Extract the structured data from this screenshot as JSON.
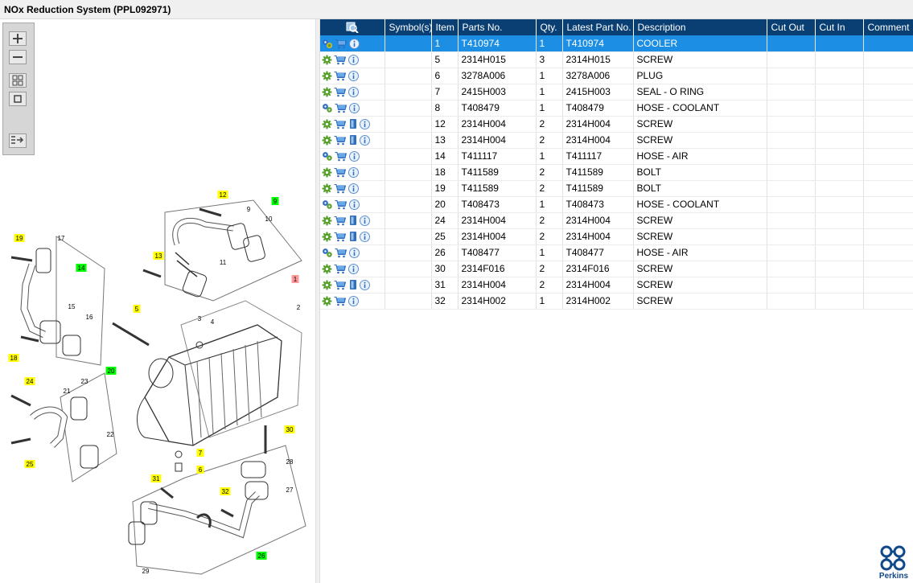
{
  "window": {
    "title": "NOx Reduction System (PPL092971)"
  },
  "toolbar": {
    "buttons": [
      {
        "name": "zoom-in",
        "icon": "plus-icon"
      },
      {
        "name": "zoom-out",
        "icon": "minus-icon"
      },
      {
        "name": "fit-all",
        "icon": "grid-icon"
      },
      {
        "name": "fit-window",
        "icon": "square-icon"
      },
      {
        "name": "list-view",
        "icon": "list-arrow-icon"
      }
    ]
  },
  "diagram": {
    "labels": [
      {
        "text": "12",
        "color": "#ffff00"
      },
      {
        "text": "9",
        "color": ""
      },
      {
        "text": "9",
        "color": "#00ff00"
      },
      {
        "text": "10",
        "color": ""
      },
      {
        "text": "19",
        "color": "#ffff00"
      },
      {
        "text": "17",
        "color": ""
      },
      {
        "text": "14",
        "color": "#00ff00"
      },
      {
        "text": "13",
        "color": "#ffff00"
      },
      {
        "text": "11",
        "color": ""
      },
      {
        "text": "1",
        "color": "#ff9999"
      },
      {
        "text": "15",
        "color": ""
      },
      {
        "text": "16",
        "color": ""
      },
      {
        "text": "5",
        "color": "#ffff00"
      },
      {
        "text": "2",
        "color": ""
      },
      {
        "text": "3",
        "color": ""
      },
      {
        "text": "4",
        "color": ""
      },
      {
        "text": "18",
        "color": "#ffff00"
      },
      {
        "text": "20",
        "color": "#00ff00"
      },
      {
        "text": "24",
        "color": "#ffff00"
      },
      {
        "text": "23",
        "color": ""
      },
      {
        "text": "21",
        "color": ""
      },
      {
        "text": "22",
        "color": ""
      },
      {
        "text": "25",
        "color": "#ffff00"
      },
      {
        "text": "30",
        "color": "#ffff00"
      },
      {
        "text": "7",
        "color": "#ffff00"
      },
      {
        "text": "6",
        "color": "#ffff00"
      },
      {
        "text": "28",
        "color": ""
      },
      {
        "text": "31",
        "color": "#ffff00"
      },
      {
        "text": "32",
        "color": "#ffff00"
      },
      {
        "text": "27",
        "color": ""
      },
      {
        "text": "26",
        "color": "#00ff00"
      },
      {
        "text": "29",
        "color": ""
      }
    ]
  },
  "table": {
    "columns": [
      "",
      "Symbol(s)",
      "Item",
      "Parts No.",
      "Qty.",
      "Latest Part No.",
      "Description",
      "Cut Out",
      "Cut In",
      "Comment"
    ],
    "rows": [
      {
        "icons": [
          "gear-globe-icon",
          "cart-icon",
          "info-icon"
        ],
        "item": "1",
        "part": "T410974",
        "qty": "1",
        "latest": "T410974",
        "desc": "COOLER",
        "selected": true
      },
      {
        "icons": [
          "gear-icon",
          "cart-icon",
          "info-icon"
        ],
        "item": "5",
        "part": "2314H015",
        "qty": "3",
        "latest": "2314H015",
        "desc": "SCREW"
      },
      {
        "icons": [
          "gear-icon",
          "cart-icon",
          "info-icon"
        ],
        "item": "6",
        "part": "3278A006",
        "qty": "1",
        "latest": "3278A006",
        "desc": "PLUG"
      },
      {
        "icons": [
          "gear-icon",
          "cart-icon",
          "info-icon"
        ],
        "item": "7",
        "part": "2415H003",
        "qty": "1",
        "latest": "2415H003",
        "desc": "SEAL - O RING"
      },
      {
        "icons": [
          "gears-icon",
          "cart-icon",
          "info-icon"
        ],
        "item": "8",
        "part": "T408479",
        "qty": "1",
        "latest": "T408479",
        "desc": "HOSE - COOLANT"
      },
      {
        "icons": [
          "gear-icon",
          "cart-icon",
          "book-icon",
          "info-icon"
        ],
        "item": "12",
        "part": "2314H004",
        "qty": "2",
        "latest": "2314H004",
        "desc": "SCREW"
      },
      {
        "icons": [
          "gear-icon",
          "cart-icon",
          "book-icon",
          "info-icon"
        ],
        "item": "13",
        "part": "2314H004",
        "qty": "2",
        "latest": "2314H004",
        "desc": "SCREW"
      },
      {
        "icons": [
          "gears-icon",
          "cart-icon",
          "info-icon"
        ],
        "item": "14",
        "part": "T411117",
        "qty": "1",
        "latest": "T411117",
        "desc": "HOSE - AIR"
      },
      {
        "icons": [
          "gear-icon",
          "cart-icon",
          "info-icon"
        ],
        "item": "18",
        "part": "T411589",
        "qty": "2",
        "latest": "T411589",
        "desc": "BOLT"
      },
      {
        "icons": [
          "gear-icon",
          "cart-icon",
          "info-icon"
        ],
        "item": "19",
        "part": "T411589",
        "qty": "2",
        "latest": "T411589",
        "desc": "BOLT"
      },
      {
        "icons": [
          "gears-icon",
          "cart-icon",
          "info-icon"
        ],
        "item": "20",
        "part": "T408473",
        "qty": "1",
        "latest": "T408473",
        "desc": "HOSE - COOLANT"
      },
      {
        "icons": [
          "gear-icon",
          "cart-icon",
          "book-icon",
          "info-icon"
        ],
        "item": "24",
        "part": "2314H004",
        "qty": "2",
        "latest": "2314H004",
        "desc": "SCREW"
      },
      {
        "icons": [
          "gear-icon",
          "cart-icon",
          "book-icon",
          "info-icon"
        ],
        "item": "25",
        "part": "2314H004",
        "qty": "2",
        "latest": "2314H004",
        "desc": "SCREW"
      },
      {
        "icons": [
          "gears-icon",
          "cart-icon",
          "info-icon"
        ],
        "item": "26",
        "part": "T408477",
        "qty": "1",
        "latest": "T408477",
        "desc": "HOSE - AIR"
      },
      {
        "icons": [
          "gear-icon",
          "cart-icon",
          "info-icon"
        ],
        "item": "30",
        "part": "2314F016",
        "qty": "2",
        "latest": "2314F016",
        "desc": "SCREW"
      },
      {
        "icons": [
          "gear-icon",
          "cart-icon",
          "book-icon",
          "info-icon"
        ],
        "item": "31",
        "part": "2314H004",
        "qty": "2",
        "latest": "2314H004",
        "desc": "SCREW"
      },
      {
        "icons": [
          "gear-icon",
          "cart-icon",
          "info-icon"
        ],
        "item": "32",
        "part": "2314H002",
        "qty": "1",
        "latest": "2314H002",
        "desc": "SCREW"
      }
    ]
  },
  "logo": {
    "text": "Perkins",
    "color": "#12498a"
  }
}
